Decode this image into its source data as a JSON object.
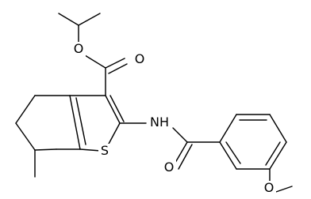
{
  "diagram": {
    "type": "chemical-structure",
    "atom_labels": {
      "ester_o": "O",
      "carbonyl_o_ester": "O",
      "thiophene_s": "S",
      "amide_nh": "NH",
      "amide_o": "O",
      "methoxy_o": "O"
    },
    "colors": {
      "bond": "#000000",
      "text": "#000000",
      "background": "#ffffff"
    }
  }
}
